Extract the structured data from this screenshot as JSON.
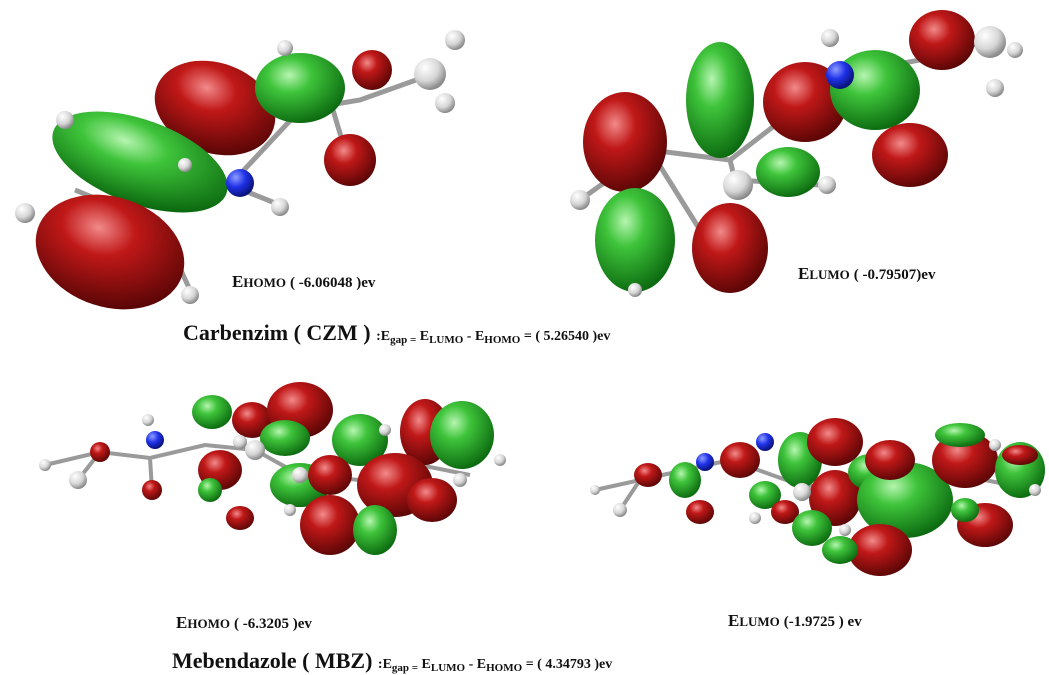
{
  "colors": {
    "positive_lobe": "#2aa82a",
    "negative_lobe": "#b01414",
    "nitrogen": "#1a2ee0",
    "atom": "#cfcfcf"
  },
  "czm": {
    "homo": {
      "E": "E",
      "sub": "HOMO",
      "value": "( -6.06048 )ev"
    },
    "lumo": {
      "E": "E",
      "sub": "LUMO",
      "value": "( -0.79507)ev"
    },
    "caption": {
      "name": "Carbenzim ( CZM ) ",
      "colon": ":E",
      "gap_sub": "gap =",
      "e1": " E",
      "lumo_sub": "LUMO",
      "minus": " - E",
      "homo_sub": "HOMO",
      "result": " = ( 5.26540 )ev"
    }
  },
  "mbz": {
    "homo": {
      "E": "E",
      "sub": "HOMO",
      "value": " ( -6.3205 )ev"
    },
    "lumo": {
      "E": "E",
      "sub": "LUMO",
      "value": " (-1.9725 ) ev"
    },
    "caption": {
      "name": "Mebendazole ( MBZ) ",
      "colon": ":E",
      "gap_sub": "gap =",
      "e1": " E",
      "lumo_sub": "LUMO",
      "minus": " - E",
      "homo_sub": "HOMO",
      "result": " = ( 4.34793 )ev"
    }
  }
}
